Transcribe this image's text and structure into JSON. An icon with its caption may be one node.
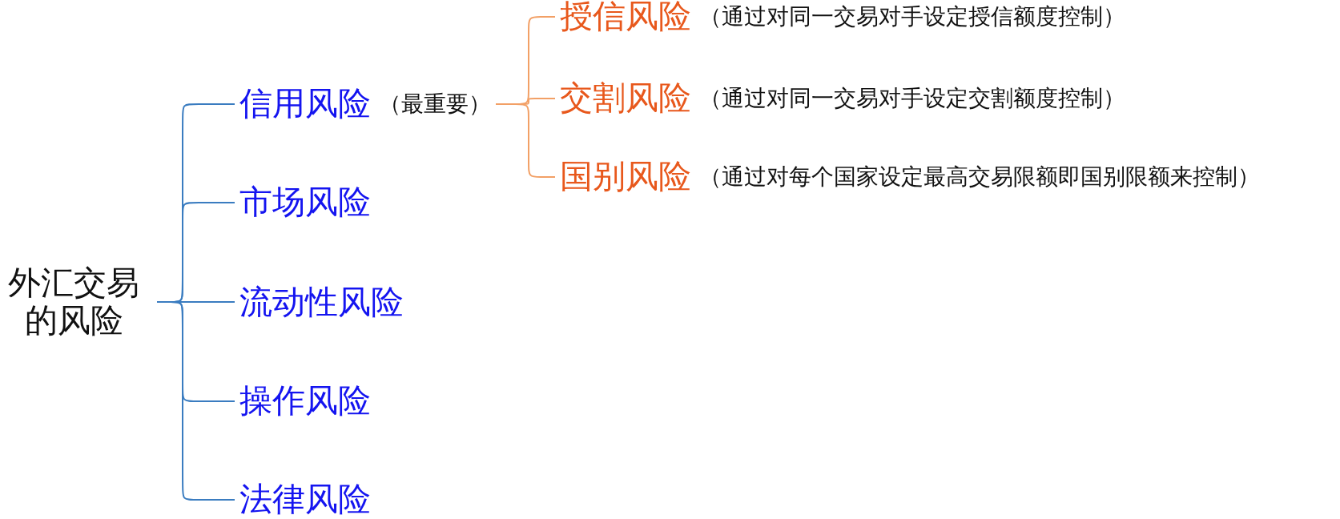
{
  "diagram": {
    "nodes": [
      {
        "text": [
          "外汇交易的风险"
        ]
      },
      {
        "text": [
          "信用风险"
        ],
        "beside": [
          "（最重要）"
        ]
      },
      {
        "text": [
          "市场风险"
        ]
      },
      {
        "text": [
          "流动性风险"
        ]
      },
      {
        "text": [
          "操作风险"
        ]
      },
      {
        "text": [
          "法律风险"
        ]
      },
      {
        "text": [
          "授信风险"
        ],
        "beside": [
          "（通过对同一交易对手设定授信额度控制）"
        ]
      },
      {
        "text": [
          "交割风险"
        ],
        "beside": [
          "（通过对同一交易对手设定交割额度控制）"
        ]
      },
      {
        "text": [
          "国别风险"
        ],
        "beside": [
          "（通过对每个国家设定最高交易限额即国别限额来控制）"
        ]
      }
    ],
    "edges": [
      {
        "from": 0,
        "to": 1,
        "arrow": "none"
      },
      {
        "from": 0,
        "to": 2,
        "arrow": "none"
      },
      {
        "from": 0,
        "to": 3,
        "arrow": "none"
      },
      {
        "from": 0,
        "to": 4,
        "arrow": "none"
      },
      {
        "from": 0,
        "to": 5,
        "arrow": "none"
      },
      {
        "from": 1,
        "to": 6,
        "arrow": "none",
        "color": "#f2a066"
      },
      {
        "from": 1,
        "to": 7,
        "arrow": "none",
        "color": "#f2a066"
      },
      {
        "from": 1,
        "to": 8,
        "arrow": "none",
        "color": "#f2a066"
      }
    ]
  }
}
